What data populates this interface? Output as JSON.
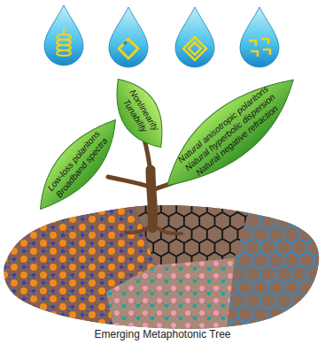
{
  "diagram": {
    "caption": "Emerging Metaphotonic Tree",
    "nodes": [
      {
        "text": [
          "Low-loss polaritons",
          "Broadband spectra"
        ]
      },
      {
        "text": [
          "Nonlinearity",
          "Tunability"
        ]
      },
      {
        "text": [
          "Natural anisotropic polaritons",
          "Natural hyperbolic dispersion",
          "Natural negative refraction"
        ]
      }
    ]
  }
}
